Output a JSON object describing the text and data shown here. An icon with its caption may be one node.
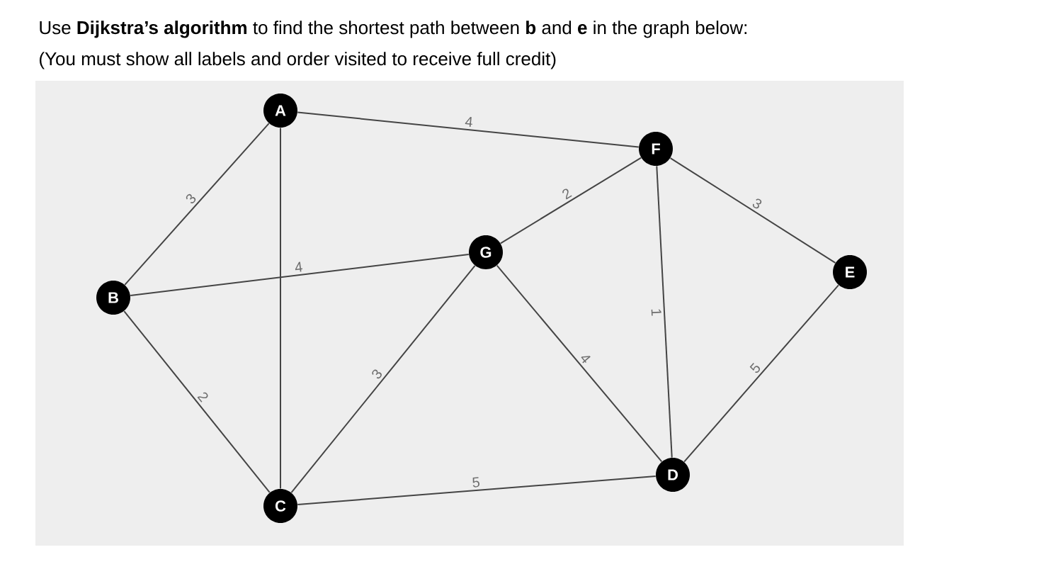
{
  "diagram": {
    "title": "Use **Dijkstra’s algorithm** to find the shortest path between **b** and **e** in the graph below:",
    "caption": "(You must show all labels and order visited to receive full credit)",
    "nodes": [
      {
        "text": [
          "A"
        ]
      },
      {
        "text": [
          "F"
        ]
      },
      {
        "text": [
          "G"
        ]
      },
      {
        "text": [
          "E"
        ]
      },
      {
        "text": [
          "B"
        ]
      },
      {
        "text": [
          "D"
        ]
      },
      {
        "text": [
          "C"
        ]
      }
    ],
    "edges": [
      {
        "from": 0,
        "to": 1,
        "arrow": "none",
        "label": "4"
      },
      {
        "from": 4,
        "to": 0,
        "arrow": "none",
        "label": "3"
      },
      {
        "from": 4,
        "to": 2,
        "arrow": "none",
        "label": "4"
      },
      {
        "from": 4,
        "to": 6,
        "arrow": "none",
        "label": "2"
      },
      {
        "from": 0,
        "to": 6,
        "arrow": "none"
      },
      {
        "from": 6,
        "to": 2,
        "arrow": "none",
        "label": "3"
      },
      {
        "from": 6,
        "to": 5,
        "arrow": "none",
        "label": "5"
      },
      {
        "from": 2,
        "to": 1,
        "arrow": "none",
        "label": "2"
      },
      {
        "from": 2,
        "to": 5,
        "arrow": "none",
        "label": "4"
      },
      {
        "from": 1,
        "to": 5,
        "arrow": "none",
        "label": "1"
      },
      {
        "from": 1,
        "to": 3,
        "arrow": "none",
        "label": "3"
      },
      {
        "from": 5,
        "to": 3,
        "arrow": "none",
        "label": "5"
      }
    ]
  }
}
